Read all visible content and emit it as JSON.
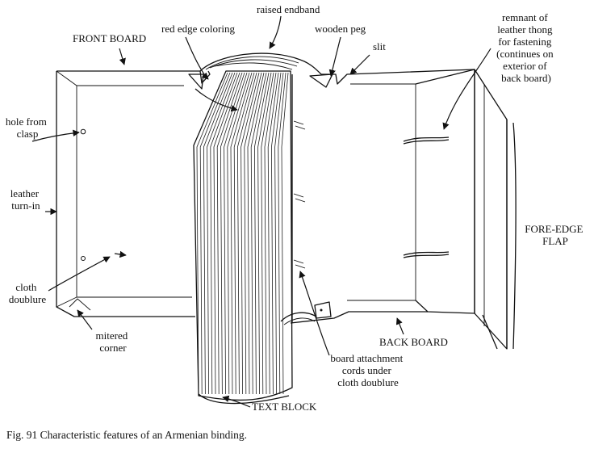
{
  "figure": {
    "caption": "Fig. 91 Characteristic features of an Armenian binding.",
    "labels": {
      "front_board": "FRONT BOARD",
      "red_edge": "red edge coloring",
      "raised_endband": "raised endband",
      "wooden_peg": "wooden peg",
      "slit": "slit",
      "remnant": [
        "remnant of",
        "leather thong",
        "for fastening",
        "(continues on",
        "exterior of",
        "back board)"
      ],
      "hole": [
        "hole from",
        "clasp"
      ],
      "leather": [
        "leather",
        "turn-in"
      ],
      "cloth": [
        "cloth",
        "doublure"
      ],
      "mitered": [
        "mitered",
        "corner"
      ],
      "fore_edge": [
        "FORE-EDGE",
        "FLAP"
      ],
      "back_board": "BACK BOARD",
      "attachment": [
        "board attachment",
        "cords under",
        "cloth doublure"
      ],
      "text_block": "TEXT BLOCK"
    }
  }
}
